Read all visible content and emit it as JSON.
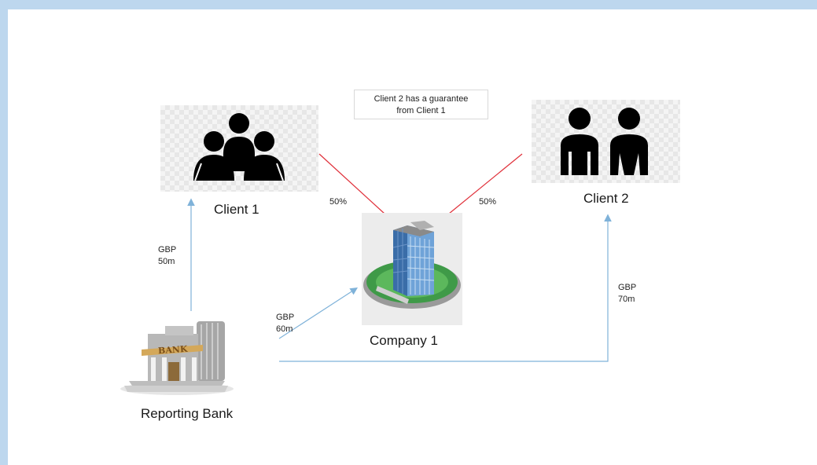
{
  "nodes": {
    "client1": {
      "label": "Client 1",
      "icon": "group-of-three-people-icon"
    },
    "client2": {
      "label": "Client 2",
      "icon": "two-people-icon"
    },
    "company1": {
      "label": "Company 1",
      "icon": "office-building-icon"
    },
    "bank": {
      "label": "Reporting Bank",
      "icon": "bank-building-icon"
    }
  },
  "note": {
    "line1": "Client 2 has a guarantee",
    "line2": "from Client 1"
  },
  "ownership": {
    "client1_share": "50%",
    "client2_share": "50%",
    "line_color": "#e0303a"
  },
  "exposures": {
    "to_client1": {
      "currency": "GBP",
      "amount": "50m"
    },
    "to_company1": {
      "currency": "GBP",
      "amount": "60m"
    },
    "to_client2": {
      "currency": "GBP",
      "amount": "70m"
    },
    "line_color": "#7fb2d9"
  },
  "colors": {
    "background": "#bdd7ee",
    "slide": "#ffffff"
  }
}
